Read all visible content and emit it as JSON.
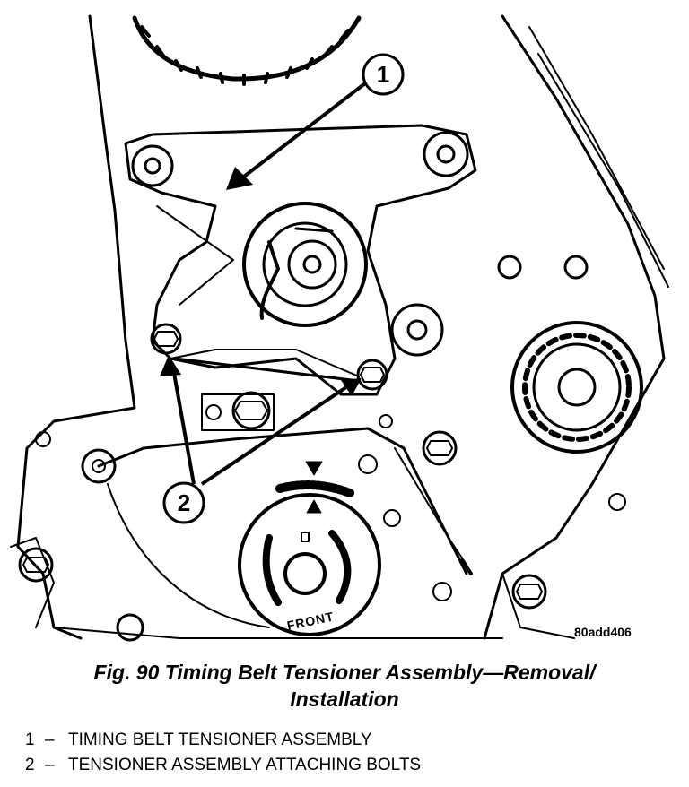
{
  "figure": {
    "code": "80add406",
    "caption_line1": "Fig. 90 Timing Belt Tensioner Assembly—Removal/",
    "caption_line2": "Installation"
  },
  "callouts": [
    {
      "number": "1"
    },
    {
      "number": "2"
    }
  ],
  "front_label": "FRONT",
  "legend": [
    {
      "number": "1",
      "dash": "–",
      "label": "TIMING BELT TENSIONER ASSEMBLY"
    },
    {
      "number": "2",
      "dash": "–",
      "label": "TENSIONER ASSEMBLY ATTACHING BOLTS"
    }
  ]
}
